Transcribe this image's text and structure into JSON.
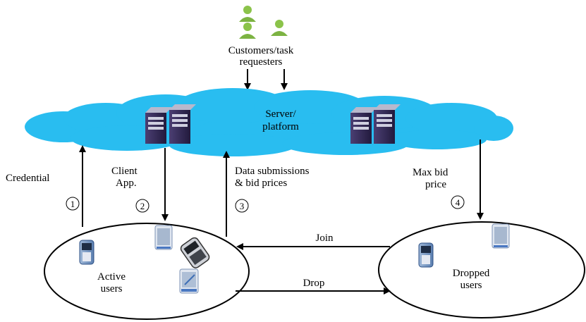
{
  "customers": {
    "label_line1": "Customers/task",
    "label_line2": "requesters",
    "icon": "people-icon"
  },
  "server": {
    "label_line1": "Server/",
    "label_line2": "platform",
    "icon": "server-icon"
  },
  "flows": {
    "credential": {
      "label": "Credential",
      "step": "1"
    },
    "client_app": {
      "label_line1": "Client",
      "label_line2": "App.",
      "step": "2"
    },
    "data_submissions": {
      "label_line1": "Data submissions",
      "label_line2": "& bid prices",
      "step": "3"
    },
    "max_bid": {
      "label_line1": "Max bid",
      "label_line2": "price",
      "step": "4"
    },
    "join": {
      "label": "Join"
    },
    "drop": {
      "label": "Drop"
    }
  },
  "active_users": {
    "label_line1": "Active",
    "label_line2": "users"
  },
  "dropped_users": {
    "label_line1": "Dropped",
    "label_line2": "users"
  },
  "colors": {
    "cloud": "#29bdf0",
    "server_dark": "#3a2f5e",
    "person_green": "#7cb342",
    "phone_blue": "#3f6fb5"
  }
}
